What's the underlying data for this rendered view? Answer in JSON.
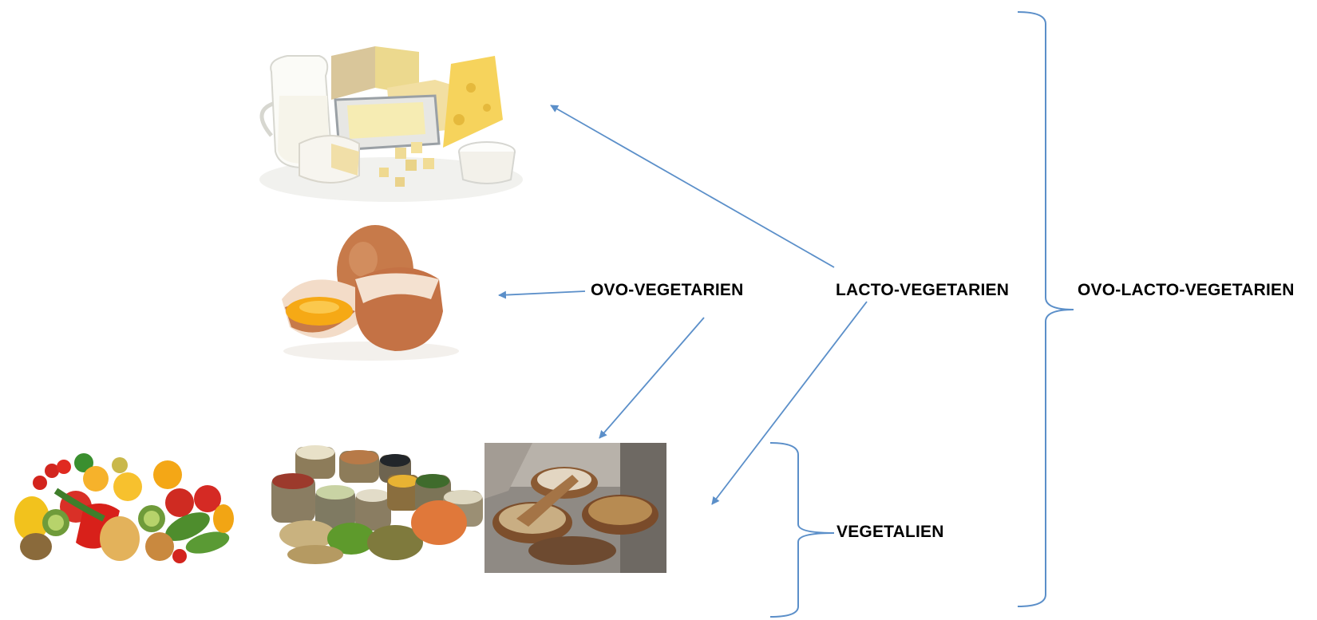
{
  "labels": {
    "ovo_vegetarien": "OVO-VEGETARIEN",
    "lacto_vegetarien": "LACTO-VEGETARIEN",
    "ovo_lacto_vegetarien": "OVO-LACTO-VEGETARIEN",
    "vegetalien": "VEGETALIEN"
  },
  "images": [
    "dairy-products-image",
    "eggs-image",
    "fruits-vegetables-image",
    "legumes-grains-sacks-image",
    "cereals-bowls-image"
  ],
  "colors": {
    "arrow": "#5b8fc9",
    "brace": "#5b8fc9"
  }
}
